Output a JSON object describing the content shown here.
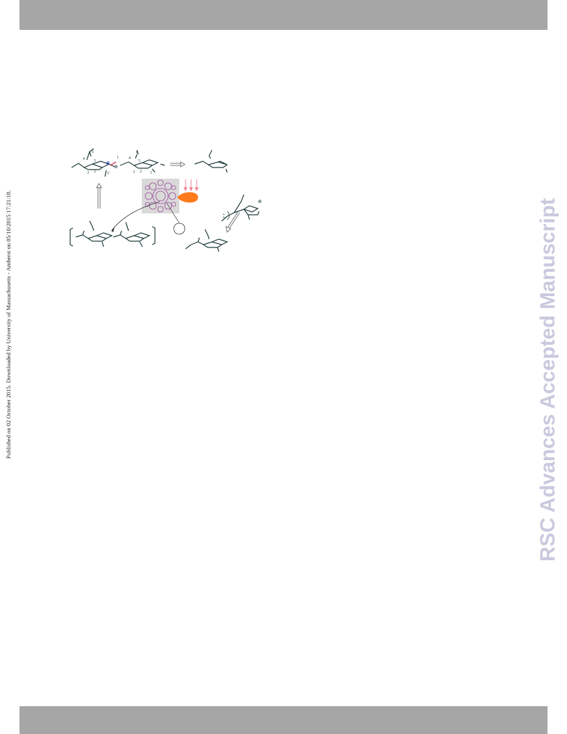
{
  "page": {
    "side_note": "Published on 02 October 2015. Downloaded by University of Massachusetts - Amherst on 05/10/2015 17:21:18.",
    "watermark": "RSC Advances Accepted Manuscript"
  },
  "scheme": {
    "top_left_labels": {
      "c6": "6",
      "c4": "4",
      "c5": "5",
      "c3": "3",
      "c2": "2",
      "c1p": "1'",
      "c1": "1"
    },
    "top_mid_labels": {
      "c6": "6",
      "c4": "4",
      "c5": "5",
      "c3": "3",
      "c2": "2",
      "c1": "1"
    },
    "electron_label": "e",
    "cation_mark": "⊕",
    "colors": {
      "skeleton": "#1f3b3b",
      "zeolite": "#9c4a9c",
      "zeolite_bg": "#d9d9d9",
      "light_source": "#ff7a1a",
      "light_rays": "#f07a8c",
      "electron": "#1a1ad0",
      "bond_highlight": "#d0203a"
    }
  }
}
